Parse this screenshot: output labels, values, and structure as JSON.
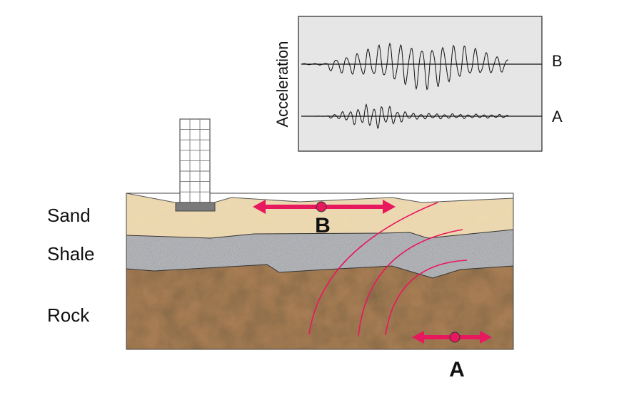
{
  "chart": {
    "ylabel": "Acceleration",
    "trace_b_label": "B",
    "trace_a_label": "A"
  },
  "layers": {
    "sand": "Sand",
    "shale": "Shale",
    "rock": "Rock"
  },
  "points": {
    "b": "B",
    "a": "A"
  },
  "colors": {
    "sand": "#ead7ae",
    "shale": "#aeb0b4",
    "rock": "#a57c52",
    "wave": "#e8185e",
    "chart_bg": "#e6e6e6"
  }
}
